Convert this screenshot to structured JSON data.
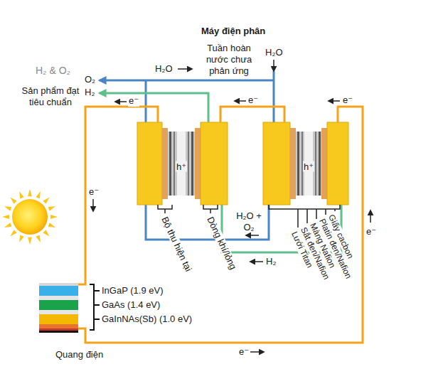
{
  "diagram": {
    "title": "Máy điện phân",
    "nodes": [
      {
        "text": [
          "h⁺"
        ]
      },
      {
        "text": [
          "h⁺"
        ]
      },
      {
        "text": [
          "Quang điện"
        ]
      }
    ],
    "edges": [
      {
        "from": 2,
        "to": 0,
        "arrow": "none"
      },
      {
        "from": 0,
        "to": 1,
        "arrow": "none"
      },
      {
        "from": 1,
        "to": 2,
        "arrow": "none"
      }
    ],
    "labels": [
      "H₂ & O₂",
      "Sản phẩm đạt tiêu chuẩn",
      "O₂",
      "H₂",
      "H₂O",
      "Tuần hoàn nước chưa phản ứng",
      "H₂O",
      "e⁻",
      "e⁻",
      "e⁻",
      "e⁻",
      "e⁻",
      "e⁻",
      "Bộ thu hiện tại",
      "Dòng khí/lỏng",
      "Lưới Titan",
      "Sắt đen/Nafion",
      "Màng Nafion",
      "Platin đen/Nafion",
      "Giấy cacbon",
      "H₂O + O₂",
      "H₂",
      "InGaP (1.9 eV)",
      "GaAs (1.4 eV)",
      "GaInNAs(Sb) (1.0 eV)"
    ]
  }
}
